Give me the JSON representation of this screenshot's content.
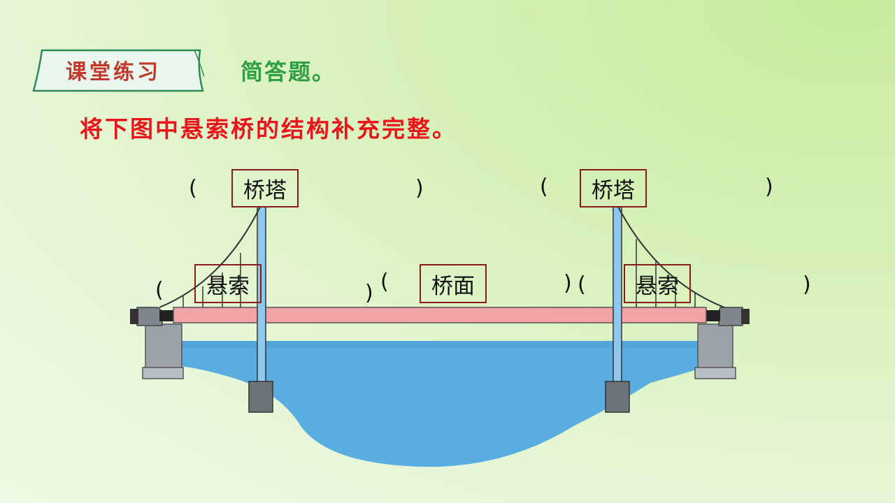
{
  "header": {
    "tag_label": "课堂练习",
    "question_type": "简答题。"
  },
  "prompt": "将下图中悬索桥的结构补充完整。",
  "answers": {
    "left_tower": "桥塔",
    "right_tower": "桥塔",
    "left_cable": "悬索",
    "deck": "桥面",
    "right_cable": "悬索"
  },
  "parens": {
    "open": "(",
    "close": ")"
  },
  "colors": {
    "tag_text": "#c0392b",
    "question_type": "#2ea043",
    "prompt": "#e8161b",
    "answer_border": "#8b1a1a",
    "water": "#5aade0",
    "deck": "#f4a3a6",
    "tower": "#8ec8ef"
  }
}
